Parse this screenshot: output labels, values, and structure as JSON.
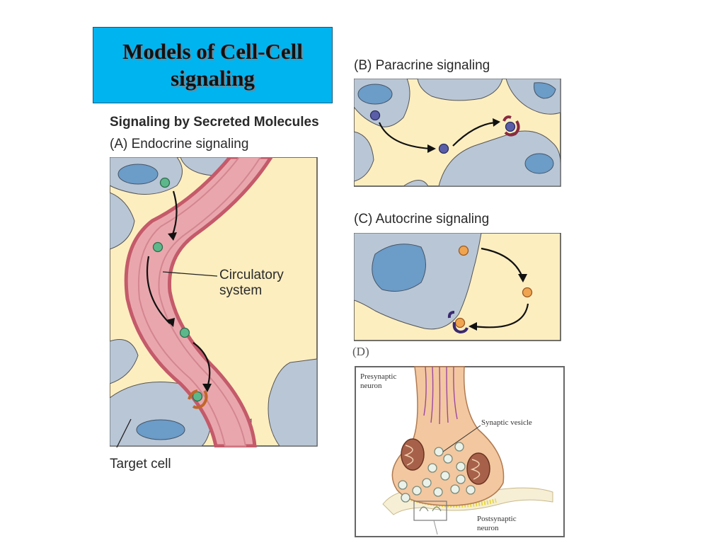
{
  "title": "Models of Cell-Cell\nsignaling",
  "section_heading": "Signaling by Secreted Molecules",
  "panel_a": {
    "label": "(A)  Endocrine signaling",
    "callout": "Circulatory\nsystem",
    "target_label": "Target cell"
  },
  "panel_b": {
    "label": "(B)  Paracrine signaling"
  },
  "panel_c": {
    "label": "(C)  Autocrine signaling"
  },
  "panel_d": {
    "label": "(D)",
    "presynaptic": "Presynaptic\nneuron",
    "vesicle": "Synaptic vesicle",
    "postsynaptic": "Postsynaptic\nneuron"
  },
  "colors": {
    "title_bg": "#00b4f0",
    "background_fluid": "#fdeec0",
    "cell": "#b9c6d6",
    "nucleus": "#6c9cc8",
    "vessel": "#e9a7ad",
    "vessel_wall": "#c45a6a",
    "endocrine_molecule": "#5cb88a",
    "paracrine_molecule": "#5a5ea8",
    "autocrine_molecule": "#f0a450",
    "receptor": "#8a2a40"
  }
}
